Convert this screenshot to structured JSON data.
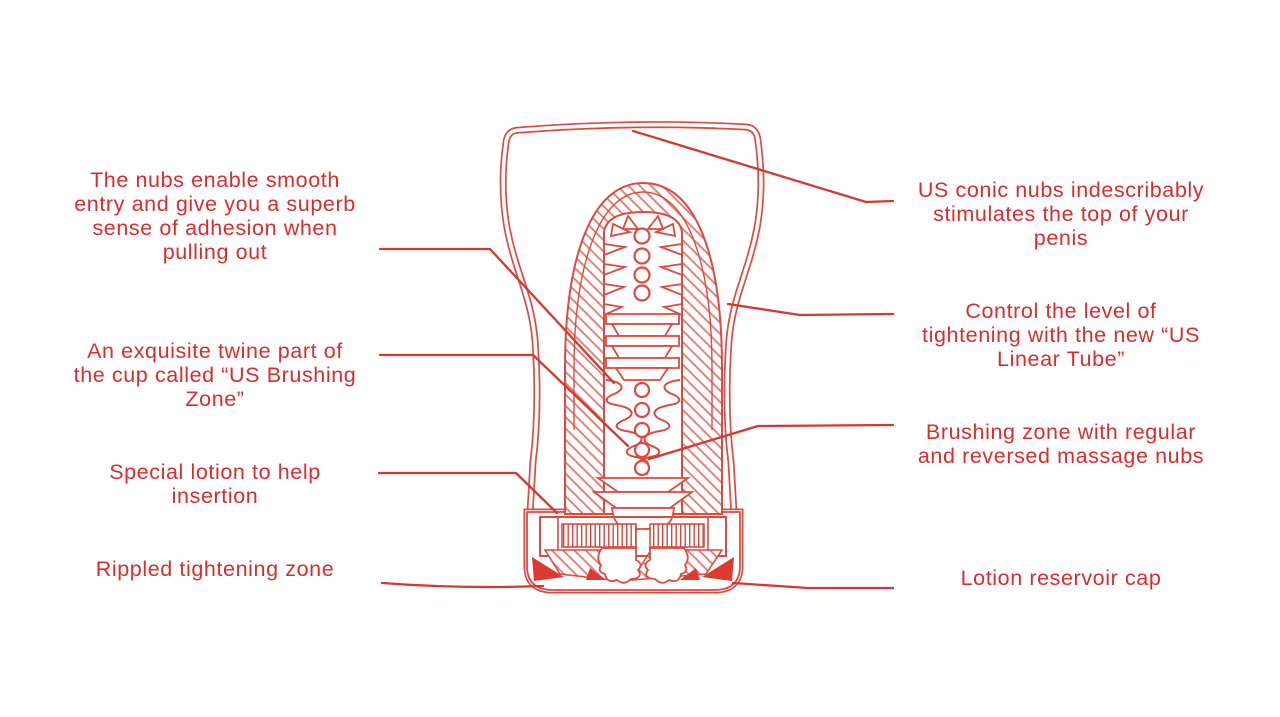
{
  "colors": {
    "label_text": "#da2c2c",
    "artwork_line": "#dc4a40",
    "leader_line": "#d23a31",
    "hatch_line": "#e4786d",
    "background": "#ffffff"
  },
  "labels": {
    "left": [
      {
        "text": "The nubs enable smooth\nentry and give you a superb\nsense of adhesion when\npulling out"
      },
      {
        "text": "An exquisite twine part of\nthe cup called “US Brushing\nZone”"
      },
      {
        "text": "Special lotion to help\ninsertion"
      },
      {
        "text": "Rippled tightening zone"
      }
    ],
    "right": [
      {
        "text": "US conic nubs indescribably\nstimulates the top of your\npenis"
      },
      {
        "text": "Control the level of\ntightening with the new “US\nLinear Tube”"
      },
      {
        "text": "Brushing zone with regular\nand reversed massage nubs"
      },
      {
        "text": "Lotion reservoir cap"
      }
    ]
  },
  "artwork": {
    "parts": [
      "outer-cup",
      "sleeve-cross-section",
      "conic-nubs",
      "linear-ribs",
      "massage-nubs",
      "bellows",
      "rippled-base",
      "lotion-reservoir-cap"
    ]
  }
}
